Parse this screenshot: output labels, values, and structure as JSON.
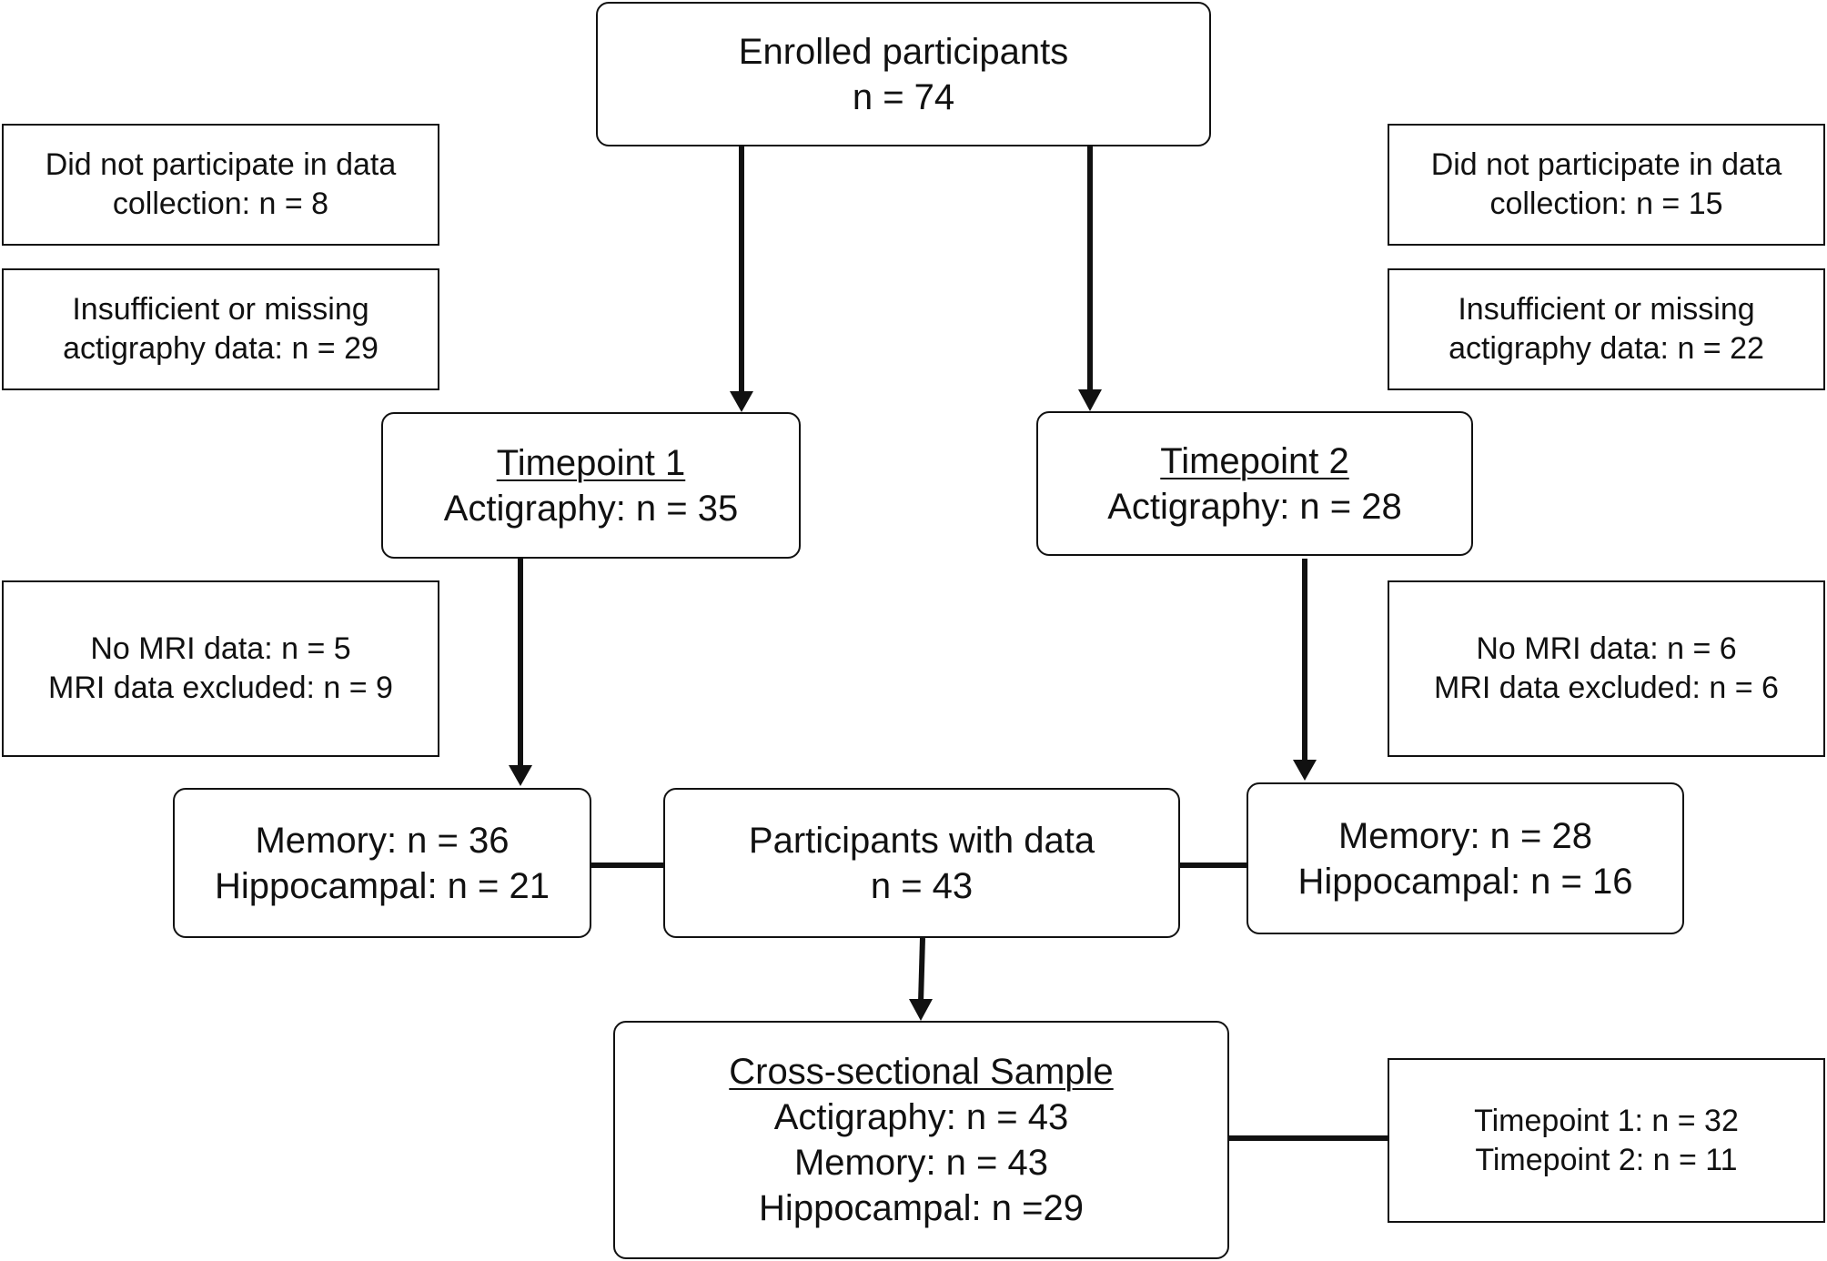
{
  "enrolled": {
    "title": "Enrolled participants",
    "n": "n = 74"
  },
  "left_excl_1": {
    "line1": "Did not participate in data",
    "line2": "collection: n = 8"
  },
  "left_excl_2": {
    "line1": "Insufficient or missing",
    "line2": "actigraphy data: n = 29"
  },
  "right_excl_1": {
    "line1": "Did not participate in data",
    "line2": "collection: n = 15"
  },
  "right_excl_2": {
    "line1": "Insufficient or missing",
    "line2": "actigraphy data: n = 22"
  },
  "timepoint1": {
    "title": "Timepoint 1",
    "line": "Actigraphy: n = 35"
  },
  "timepoint2": {
    "title": "Timepoint 2",
    "line": "Actigraphy: n = 28"
  },
  "left_mri": {
    "line1": "No MRI data: n = 5",
    "line2": "MRI data excluded: n = 9"
  },
  "right_mri": {
    "line1": "No MRI data: n = 6",
    "line2": "MRI data excluded: n = 6"
  },
  "left_memory": {
    "line1": "Memory: n = 36",
    "line2": "Hippocampal: n = 21"
  },
  "with_data": {
    "title": "Participants with data",
    "n": "n = 43"
  },
  "right_memory": {
    "line1": "Memory: n = 28",
    "line2": "Hippocampal: n = 16"
  },
  "cross_sectional": {
    "title": "Cross-sectional Sample",
    "line1": "Actigraphy: n = 43",
    "line2": "Memory: n = 43",
    "line3": "Hippocampal: n =29"
  },
  "timepoint_split": {
    "line1": "Timepoint 1: n = 32",
    "line2": "Timepoint 2: n = 11"
  }
}
